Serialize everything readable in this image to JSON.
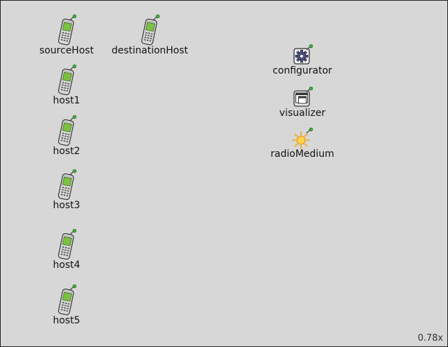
{
  "network": {
    "hosts": [
      {
        "name": "sourceHost",
        "icon": "mobile-phone-icon"
      },
      {
        "name": "destinationHost",
        "icon": "mobile-phone-icon"
      },
      {
        "name": "host1",
        "icon": "mobile-phone-icon"
      },
      {
        "name": "host2",
        "icon": "mobile-phone-icon"
      },
      {
        "name": "host3",
        "icon": "mobile-phone-icon"
      },
      {
        "name": "host4",
        "icon": "mobile-phone-icon"
      },
      {
        "name": "host5",
        "icon": "mobile-phone-icon"
      }
    ],
    "modules": [
      {
        "name": "configurator",
        "icon": "gear-cog-icon"
      },
      {
        "name": "visualizer",
        "icon": "window-icon"
      },
      {
        "name": "radioMedium",
        "icon": "sun-icon"
      }
    ]
  },
  "status": {
    "zoom": "0.78x"
  },
  "colors": {
    "background": "#d7d7d7",
    "phone_screen": "#7cc142",
    "antenna_tip": "#3fb33f",
    "sun": "#f2a81d"
  }
}
